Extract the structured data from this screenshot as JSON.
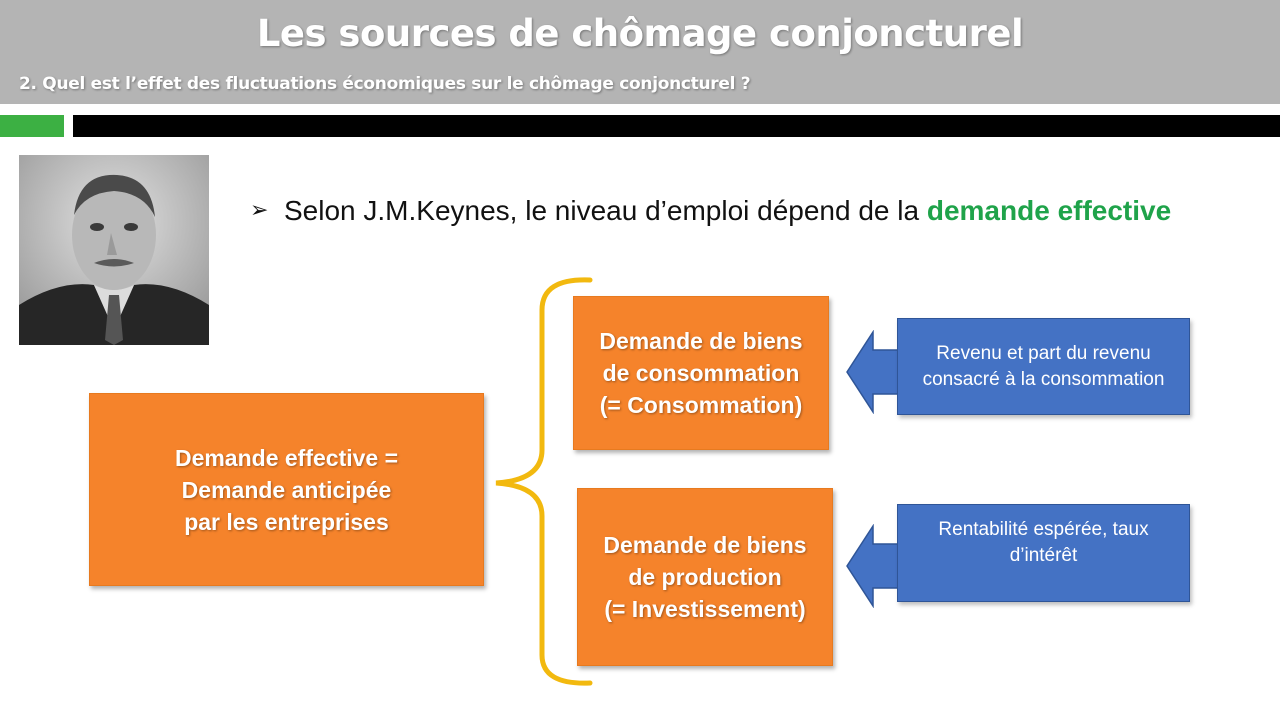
{
  "header": {
    "title": "Les sources de chômage conjoncturel",
    "subtitle": "2. Quel est l’effet des fluctuations économiques sur le chômage conjoncturel ?"
  },
  "portrait": {
    "icon": "portrait-photo"
  },
  "bullet": {
    "marker": "➢",
    "text_plain": "Selon J.M.Keynes, le niveau d’emploi dépend de la ",
    "text_highlight": "demande effective"
  },
  "diagram": {
    "main_box": {
      "line1": "Demande effective =",
      "line2": "Demande anticipée",
      "line3": "par les entreprises"
    },
    "consumption_box": {
      "line1": "Demande de biens",
      "line2": "de consommation",
      "line3": "(= Consommation)"
    },
    "production_box": {
      "line1": "Demande de biens",
      "line2": "de production",
      "line3": "(= Investissement)"
    },
    "consumption_factor": {
      "line1": "Revenu et  part du revenu",
      "line2": "consacré à la consommation"
    },
    "production_factor": {
      "line1": "Rentabilité espérée, taux",
      "line2": "d’intérêt"
    }
  },
  "colors": {
    "header_bg": "#b4b4b4",
    "accent_green": "#3cb043",
    "highlight_green": "#1fa34a",
    "orange": "#f5832b",
    "blue": "#4472c4",
    "brace": "#f2b90f"
  }
}
